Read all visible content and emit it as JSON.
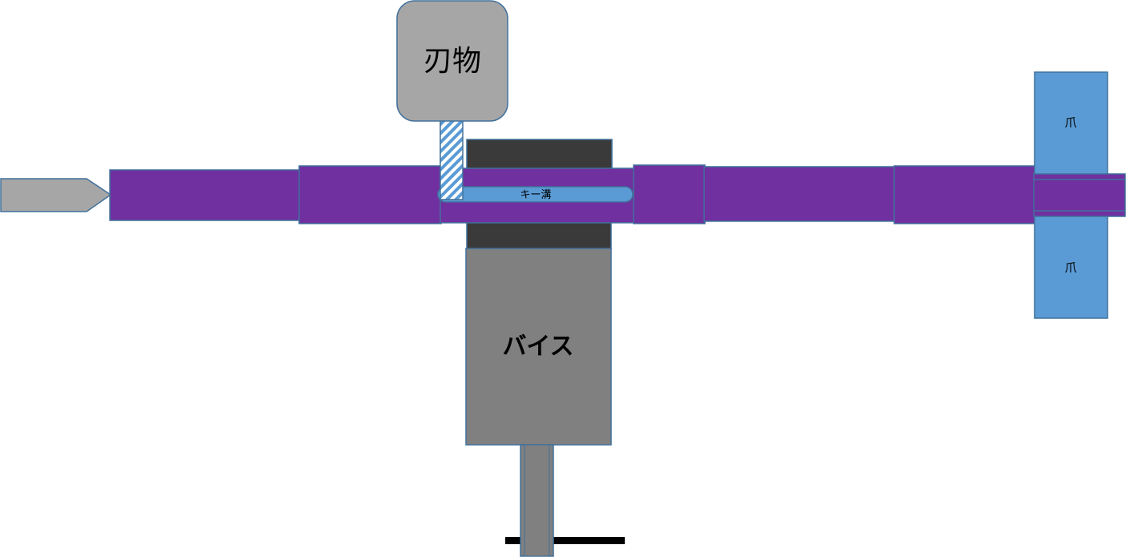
{
  "labels": {
    "cutter": "刃物",
    "keyway": "キー溝",
    "vise": "バイス",
    "jaw_top": "爪",
    "jaw_bottom": "爪"
  },
  "colors": {
    "shaft": "#7030a0",
    "cutter": "#a6a6a6",
    "vise_body": "#808080",
    "vise_jaw": "#3a3a3a",
    "chuck_jaw": "#5b9bd5",
    "keyway": "#5b9bd5",
    "outline": "#41719c",
    "tail": "#a6a6a6",
    "ground": "#000000"
  }
}
